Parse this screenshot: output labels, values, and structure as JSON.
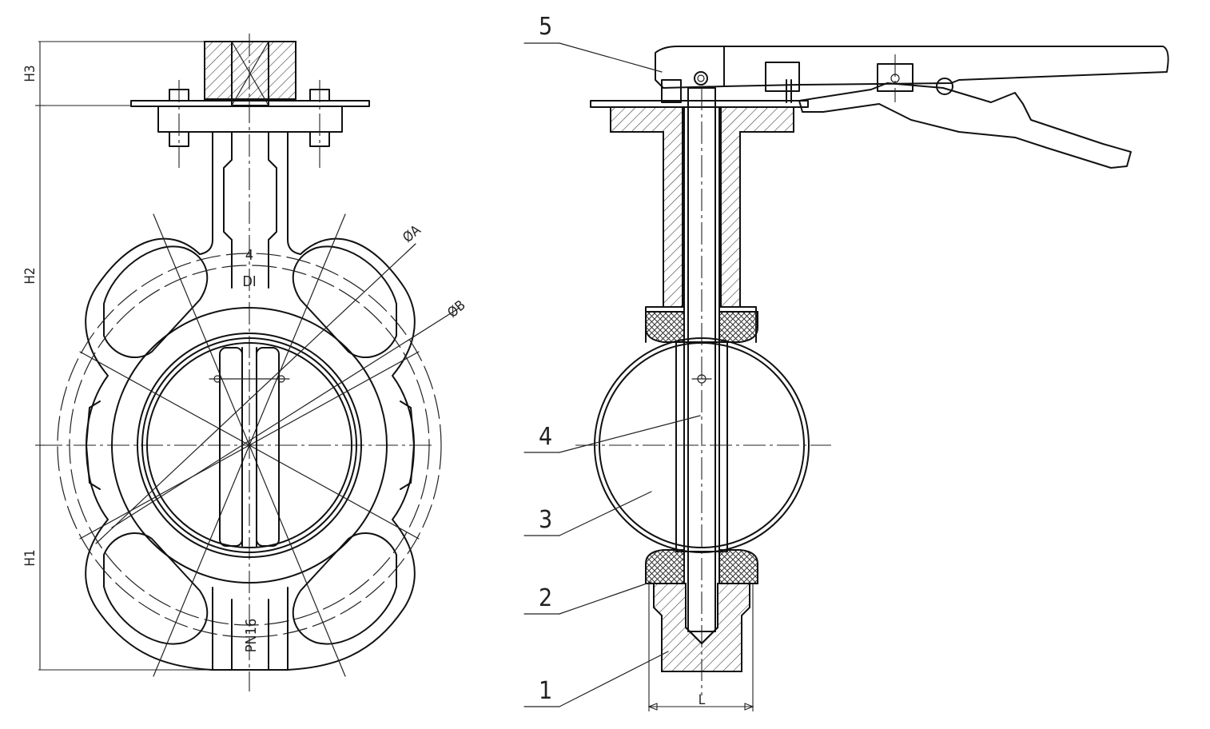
{
  "dimensions": {
    "h1": "H1",
    "h2": "H2",
    "h3": "H3",
    "phi_a": "ØA",
    "phi_b": "ØB",
    "l": "L"
  },
  "body_markings": {
    "size": "4",
    "material": "DI",
    "pressure": "PN16"
  },
  "part_numbers": [
    "1",
    "2",
    "3",
    "4",
    "5"
  ]
}
